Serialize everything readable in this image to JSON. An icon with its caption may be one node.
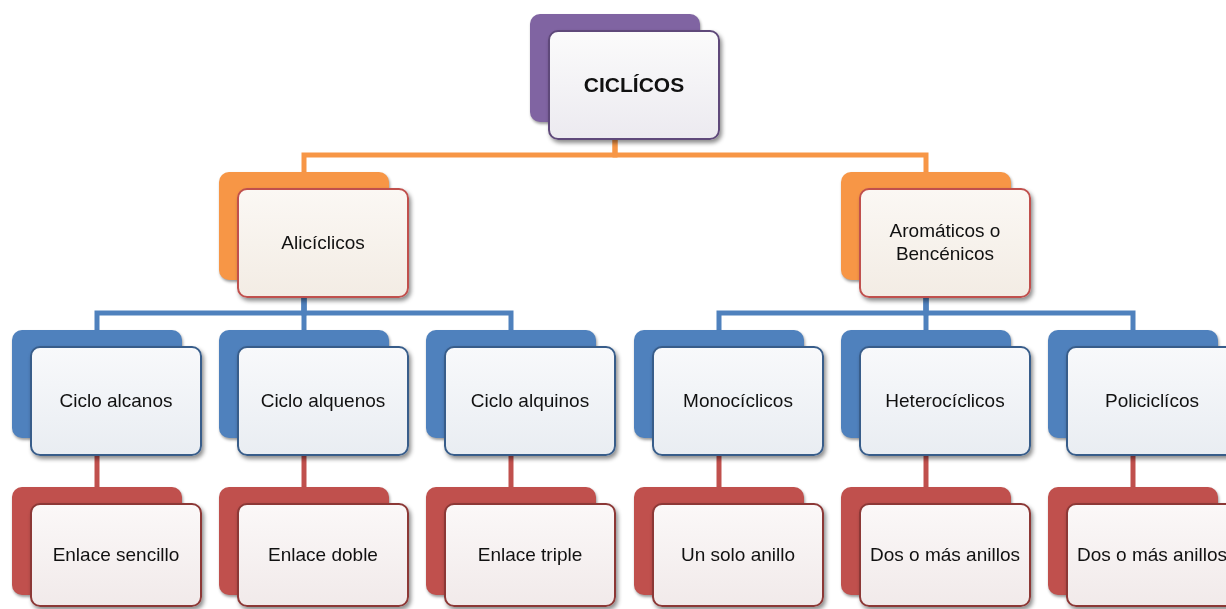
{
  "diagram": {
    "nodes": [
      {
        "text": [
          "CICLÍCOS"
        ]
      },
      {
        "text": [
          "Alicíclicos"
        ]
      },
      {
        "text": [
          "Aromáticos o Bencénicos"
        ]
      },
      {
        "text": [
          "Ciclo alcanos"
        ]
      },
      {
        "text": [
          "Ciclo alquenos"
        ]
      },
      {
        "text": [
          "Ciclo alquinos"
        ]
      },
      {
        "text": [
          "Monocíclicos"
        ]
      },
      {
        "text": [
          "Heterocíclicos"
        ]
      },
      {
        "text": [
          "Policiclícos"
        ]
      },
      {
        "text": [
          "Enlace sencillo"
        ]
      },
      {
        "text": [
          "Enlace doble"
        ]
      },
      {
        "text": [
          "Enlace triple"
        ]
      },
      {
        "text": [
          "Un solo anillo"
        ]
      },
      {
        "text": [
          "Dos o más anillos"
        ]
      },
      {
        "text": [
          "Dos o más anillos"
        ]
      }
    ],
    "edges": [
      {
        "from": 0,
        "to": 1,
        "arrow": "none",
        "color": "#f79646"
      },
      {
        "from": 0,
        "to": 2,
        "arrow": "none",
        "color": "#f79646"
      },
      {
        "from": 1,
        "to": 3,
        "arrow": "none",
        "color": "#4f81bd"
      },
      {
        "from": 1,
        "to": 4,
        "arrow": "none",
        "color": "#4f81bd"
      },
      {
        "from": 1,
        "to": 5,
        "arrow": "none",
        "color": "#4f81bd"
      },
      {
        "from": 2,
        "to": 6,
        "arrow": "none",
        "color": "#4f81bd"
      },
      {
        "from": 2,
        "to": 7,
        "arrow": "none",
        "color": "#4f81bd"
      },
      {
        "from": 2,
        "to": 8,
        "arrow": "none",
        "color": "#4f81bd"
      },
      {
        "from": 3,
        "to": 9,
        "arrow": "none",
        "color": "#c0504d"
      },
      {
        "from": 4,
        "to": 10,
        "arrow": "none",
        "color": "#c0504d"
      },
      {
        "from": 5,
        "to": 11,
        "arrow": "none",
        "color": "#c0504d"
      },
      {
        "from": 6,
        "to": 12,
        "arrow": "none",
        "color": "#c0504d"
      },
      {
        "from": 7,
        "to": 13,
        "arrow": "none",
        "color": "#c0504d"
      },
      {
        "from": 8,
        "to": 14,
        "arrow": "none",
        "color": "#c0504d"
      }
    ]
  }
}
